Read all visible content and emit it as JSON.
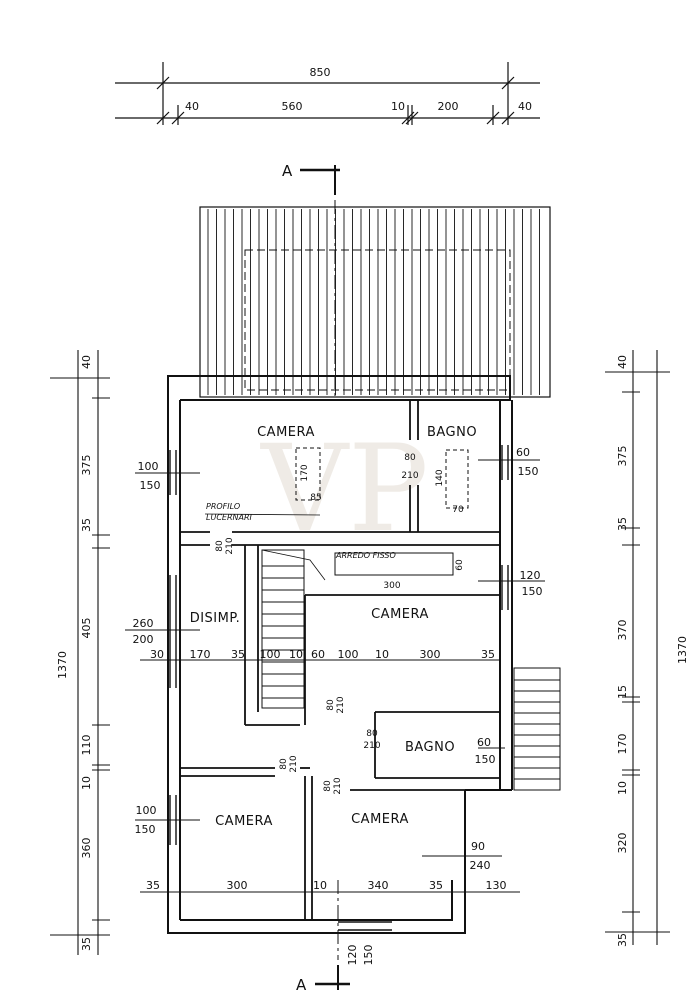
{
  "section_marker": "A",
  "watermark": "VP",
  "rooms": {
    "camera_top": "CAMERA",
    "bagno_top": "BAGNO",
    "disimp": "DISIMP.",
    "camera_mid": "CAMERA",
    "bagno_mid": "BAGNO",
    "camera_bl": "CAMERA",
    "camera_bc": "CAMERA"
  },
  "notes": {
    "profilo_1": "PROFILO",
    "profilo_2": "LUCERNARI",
    "arredo": "ARREDO FISSO"
  },
  "top_dims": {
    "overall": "850",
    "parts": [
      "40",
      "560",
      "10",
      "200",
      "40"
    ]
  },
  "left_dims": {
    "overall": "1370",
    "parts": [
      "40",
      "375",
      "35",
      "405",
      "110",
      "10",
      "360",
      "35"
    ]
  },
  "right_dims": {
    "overall": "1370",
    "parts": [
      "40",
      "375",
      "35",
      "370",
      "15",
      "170",
      "10",
      "320",
      "35"
    ]
  },
  "windows": {
    "w1": [
      "100",
      "150"
    ],
    "w2": [
      "260",
      "200"
    ],
    "w3": [
      "100",
      "150"
    ],
    "w4": [
      "60",
      "150"
    ],
    "w5": [
      "120",
      "150"
    ],
    "w6": [
      "60",
      "150"
    ],
    "w7": [
      "90",
      "240"
    ],
    "w8": [
      "120",
      "150"
    ]
  },
  "doors": {
    "d1": [
      "80",
      "210"
    ],
    "d2": [
      "80",
      "210"
    ],
    "d3": [
      "80",
      "210"
    ],
    "d4": [
      "80",
      "210"
    ],
    "d5": [
      "80",
      "210"
    ],
    "d6": [
      "80",
      "210"
    ]
  },
  "furniture": {
    "bed1": "170",
    "bed1_w": "85",
    "tub": "140",
    "tub_w": "70",
    "wardrobe": "300",
    "shelf": "60"
  },
  "row_dims_mid": [
    "30",
    "170",
    "35",
    "100",
    "10",
    "60",
    "100",
    "10",
    "300",
    "35"
  ],
  "row_dims_bot": [
    "35",
    "300",
    "10",
    "340",
    "35",
    "130"
  ]
}
